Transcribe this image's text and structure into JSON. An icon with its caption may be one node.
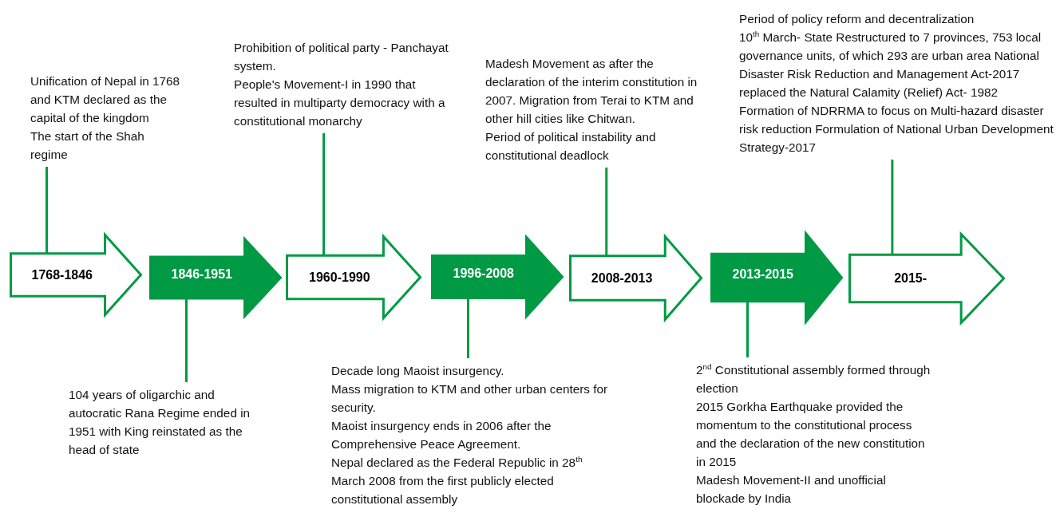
{
  "diagram": {
    "nodes": [
      {
        "text": [
          "1768-1846"
        ]
      },
      {
        "text": [
          "1846-1951"
        ]
      },
      {
        "text": [
          "1960-1990"
        ]
      },
      {
        "text": [
          "1996-2008"
        ]
      },
      {
        "text": [
          "2008-2013"
        ]
      },
      {
        "text": [
          "2013-2015"
        ]
      },
      {
        "text": [
          "2015-"
        ]
      },
      {
        "text": [
          "Unification of Nepal in 1768 and KTM declared as the capital of the kingdom",
          "The start of the Shah regime"
        ]
      },
      {
        "text": [
          "104 years of oligarchic and autocratic Rana Regime ended in 1951 with King reinstated as the head of state"
        ]
      },
      {
        "text": [
          "Prohibition of political party - Panchayat system.",
          "People's Movement-I in 1990 that resulted in multiparty democracy with a constitutional monarchy"
        ]
      },
      {
        "text": [
          "Decade long Maoist insurgency.",
          "Mass migration to KTM and other urban centers for security.",
          "Maoist insurgency ends in 2006 after the Comprehensive Peace Agreement.",
          "Nepal declared as the Federal Republic in 28$^{th}$ March 2008 from the first publicly elected constitutional assembly"
        ]
      },
      {
        "text": [
          "Madesh Movement as after the declaration of the interim constitution in 2007.  Migration from Terai to KTM and other hill cities like Chitwan.",
          "Period of political instability and constitutional deadlock"
        ]
      },
      {
        "text": [
          "2$^{nd}$ Constitutional assembly formed through election",
          "2015 Gorkha Earthquake provided the momentum to the constitutional process and the declaration of the new constitution in 2015",
          "Madesh Movement-II and unofficial blockade by India"
        ]
      },
      {
        "text": [
          "Period of policy reform and decentralization",
          "10$^{th}$ March- State Restructured to 7 provinces, 753 local governance units, of which 293 are urban area National Disaster Risk Reduction and Management Act-2017 replaced the Natural Calamity (Relief) Act- 1982",
          "Formation of NDRRMA to focus on Multi-hazard disaster risk reduction Formulation of National Urban Development Strategy-2017"
        ]
      }
    ],
    "edges": [
      {
        "from": 7,
        "to": 0,
        "arrow": "none"
      },
      {
        "from": 8,
        "to": 1,
        "arrow": "none"
      },
      {
        "from": 9,
        "to": 2,
        "arrow": "none"
      },
      {
        "from": 10,
        "to": 3,
        "arrow": "none"
      },
      {
        "from": 11,
        "to": 4,
        "arrow": "none"
      },
      {
        "from": 12,
        "to": 5,
        "arrow": "none"
      },
      {
        "from": 13,
        "to": 6,
        "arrow": "none"
      }
    ]
  }
}
